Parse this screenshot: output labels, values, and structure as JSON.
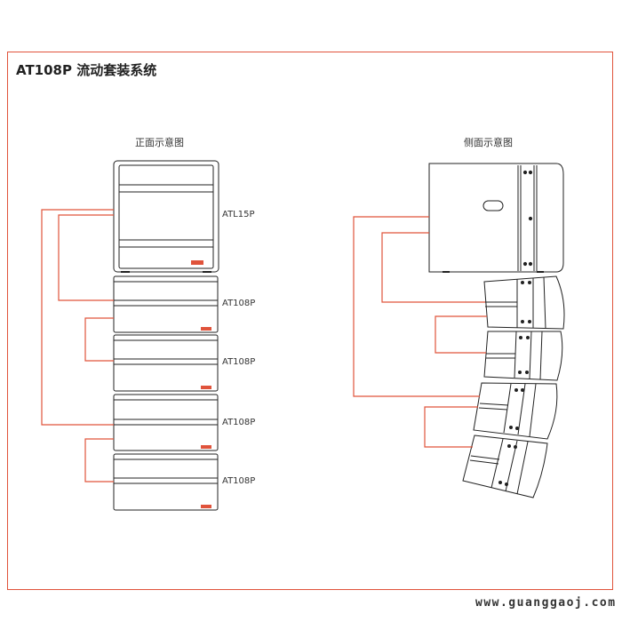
{
  "title": "AT108P 流动套装系统",
  "front_view": {
    "title": "正面示意图",
    "labels": [
      "ATL15P",
      "AT108P",
      "AT108P",
      "AT108P",
      "AT108P"
    ]
  },
  "side_view": {
    "title": "侧面示意图"
  },
  "watermark": "www.guanggaoj.com",
  "colors": {
    "frame": "#e0533b",
    "cable": "#e0533b",
    "outline": "#222222",
    "logo_badge": "#e0533b"
  }
}
